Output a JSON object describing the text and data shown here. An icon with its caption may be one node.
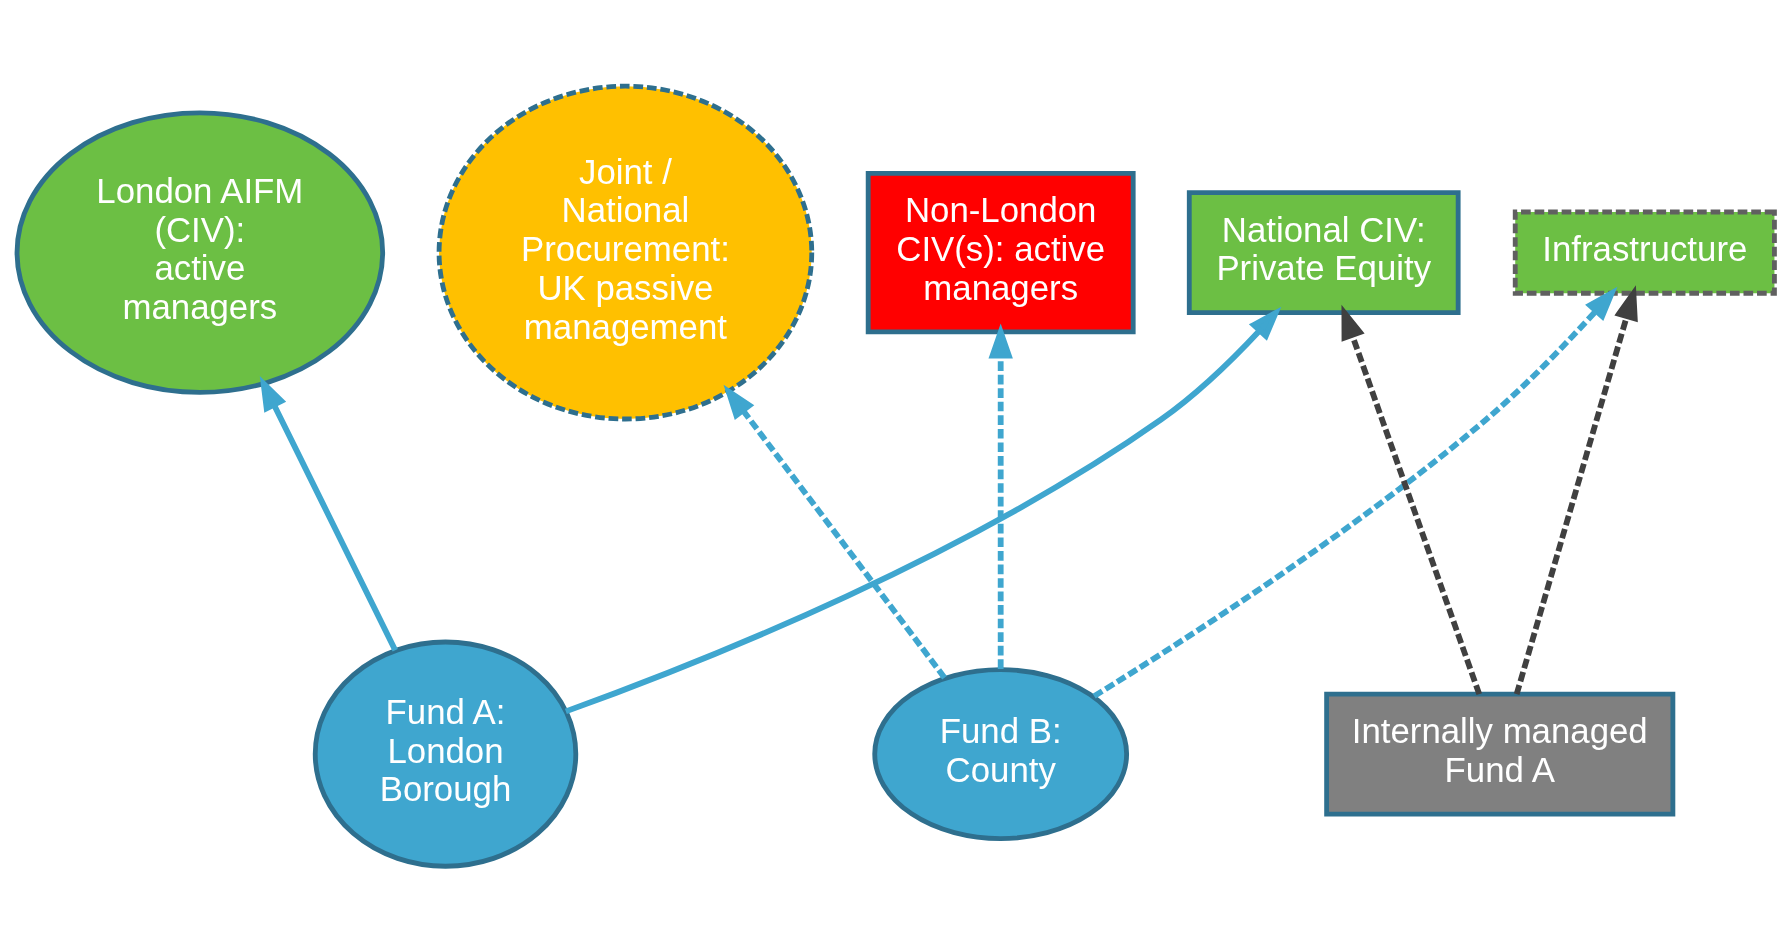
{
  "diagram": {
    "nodes": [
      {
        "text": [
          "London AIFM (CIV): active managers"
        ]
      },
      {
        "text": [
          "Joint / National Procurement: UK passive management"
        ]
      },
      {
        "text": [
          "Non-London CIV(s): active managers"
        ]
      },
      {
        "text": [
          "National CIV: Private Equity"
        ]
      },
      {
        "text": [
          "Infrastructure"
        ]
      },
      {
        "text": [
          "Fund A: London Borough"
        ]
      },
      {
        "text": [
          "Fund B: County"
        ]
      },
      {
        "text": [
          "Internally managed Fund A"
        ]
      }
    ],
    "edges": [
      {
        "from": 5,
        "to": 0,
        "arrow": "to"
      },
      {
        "from": 5,
        "to": 3,
        "arrow": "to"
      },
      {
        "from": 6,
        "to": 1,
        "arrow": "to",
        "style": "dashed"
      },
      {
        "from": 6,
        "to": 2,
        "arrow": "to",
        "style": "dashed"
      },
      {
        "from": 6,
        "to": 4,
        "arrow": "to",
        "style": "dashed"
      },
      {
        "from": 7,
        "to": 3,
        "arrow": "to",
        "style": "dashed",
        "color": "#404040"
      },
      {
        "from": 7,
        "to": 4,
        "arrow": "to",
        "style": "dashed",
        "color": "#404040"
      }
    ]
  }
}
